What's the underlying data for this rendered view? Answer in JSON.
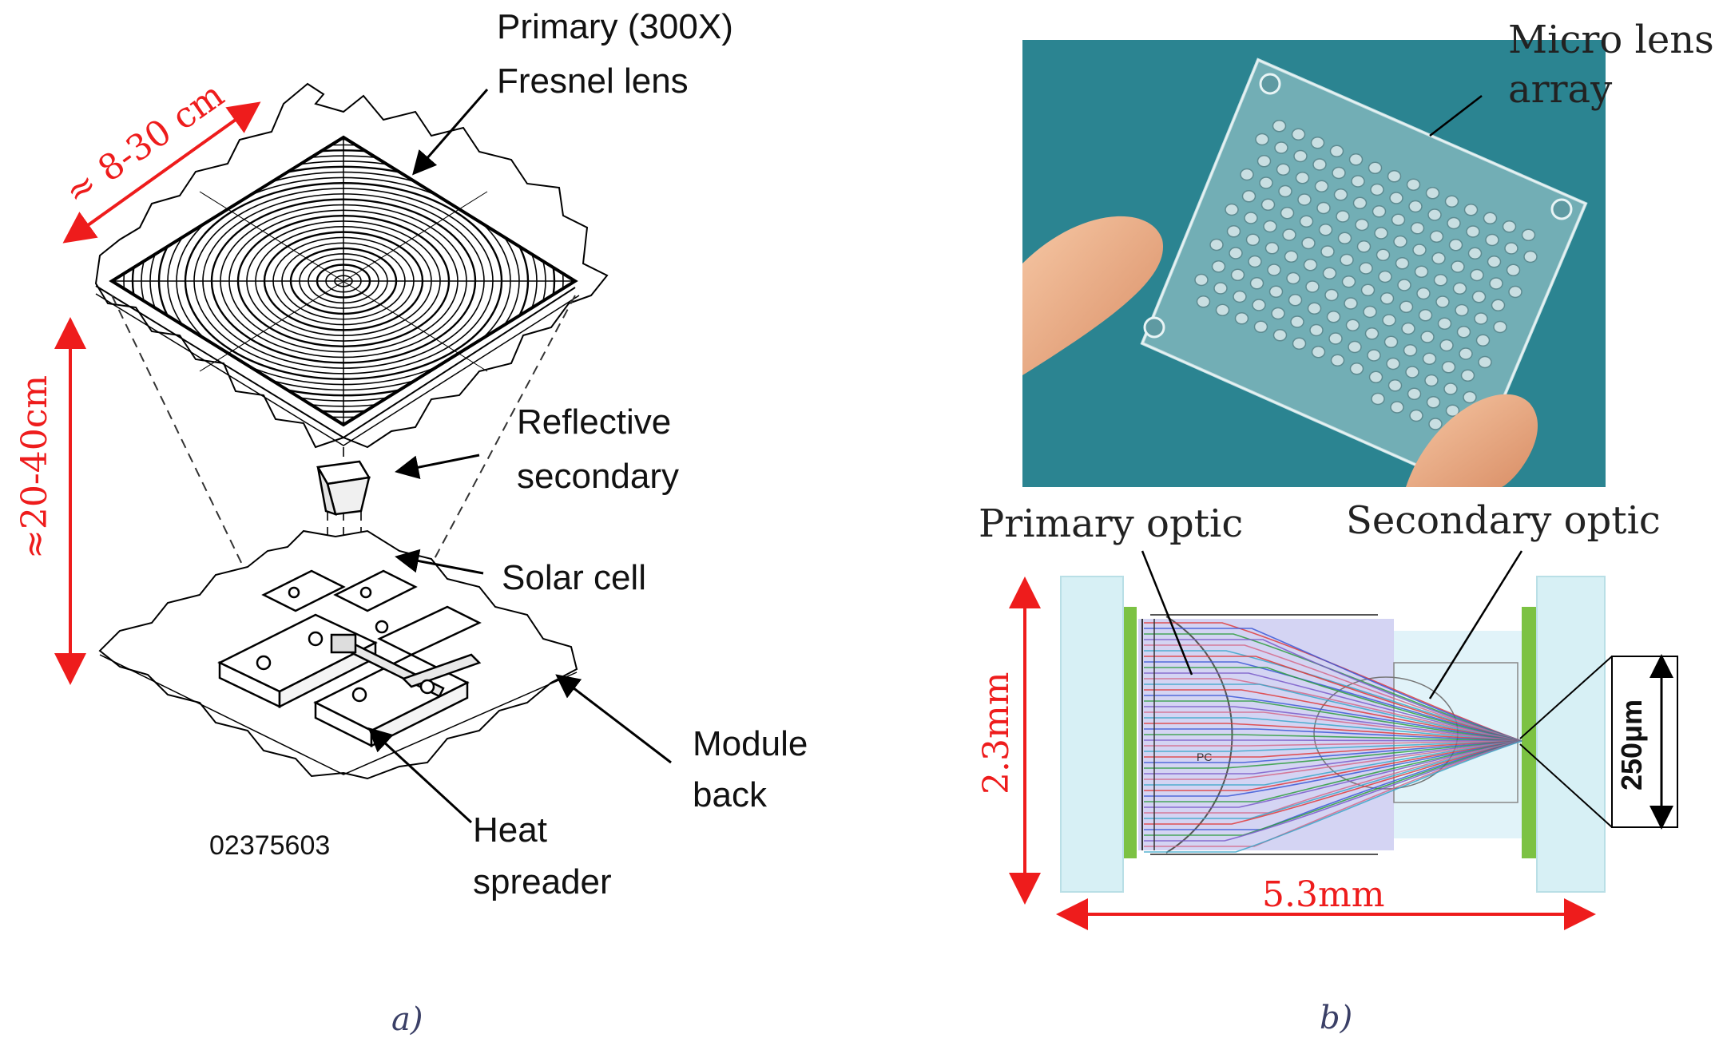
{
  "panel_a": {
    "primary_line1": "Primary (300X)",
    "primary_line2": "Fresnel lens",
    "width_dim": "≈ 8-30 cm",
    "height_dim": "≈20-40cm",
    "secondary_line1": "Reflective",
    "secondary_line2": "secondary",
    "solar_cell": "Solar cell",
    "module_line1": "Module",
    "module_line2": "back",
    "heat_line1": "Heat",
    "heat_line2": "spreader",
    "part_number": "02375603",
    "caption": "a)"
  },
  "panel_b": {
    "micro_line1": "Micro lens",
    "micro_line2": "array",
    "primary_optic": "Primary optic",
    "secondary_optic": "Secondary optic",
    "pc_mark": "PC",
    "dim_height": "2.3mm",
    "dim_width": "5.3mm",
    "dim_cell": "250μm",
    "caption": "b)"
  },
  "colors": {
    "dimension": "#ee1c1c",
    "photo_bg": "#2f8b98",
    "substrate": "#7cc243",
    "caption": "#3a3f66"
  }
}
